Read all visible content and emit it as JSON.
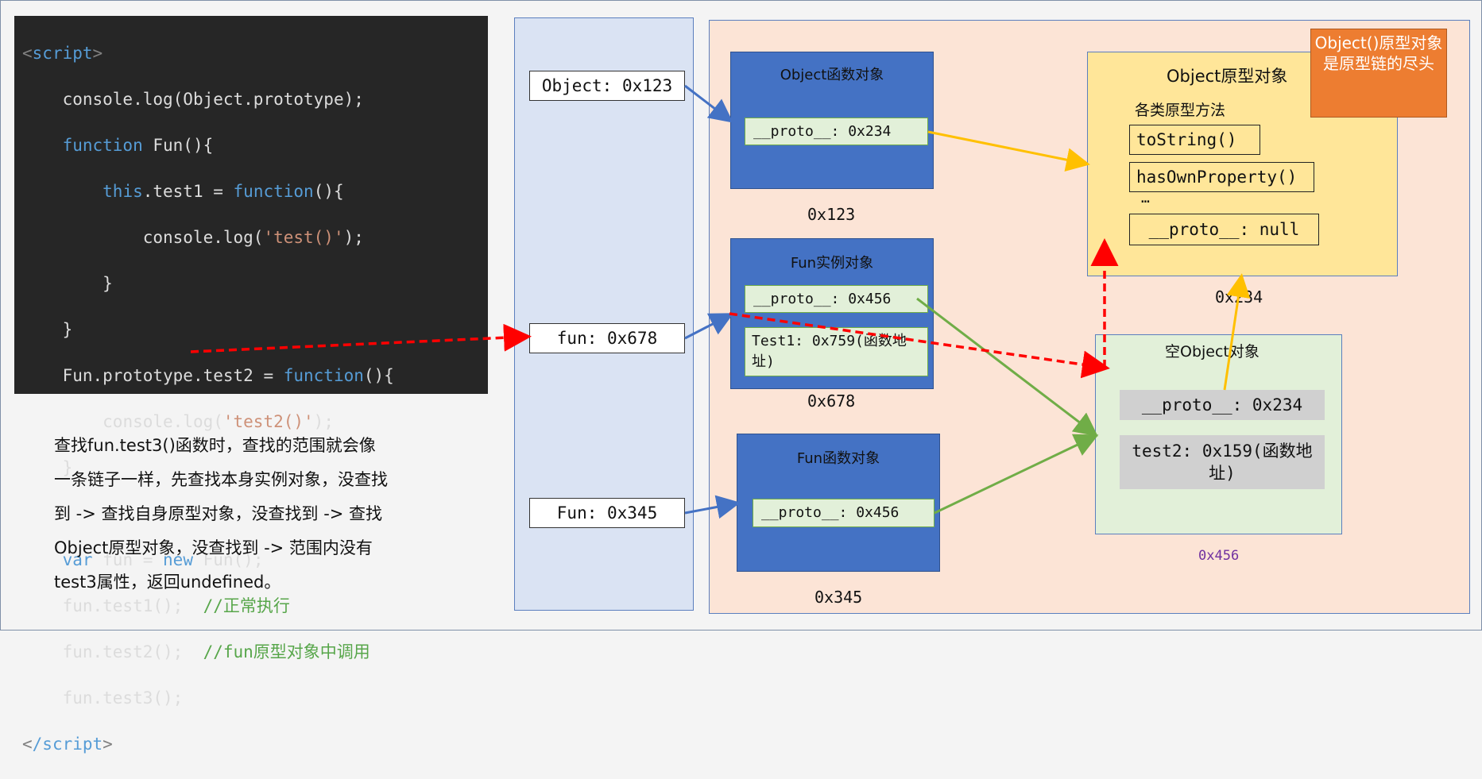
{
  "code": {
    "open_tag": "script",
    "close_tag": "/script",
    "line1": "console.log(Object.prototype);",
    "line2_kw": "function",
    "line2_rest": " Fun(){",
    "line3_kw": "this",
    "line3_mid": ".test1 = ",
    "line3_kw2": "function",
    "line3_end": "(){",
    "line4_a": "console.log(",
    "line4_str": "'test()'",
    "line4_b": ");",
    "line5": "}",
    "line6": "}",
    "line7_a": "Fun.prototype.test2 = ",
    "line7_kw": "function",
    "line7_b": "(){",
    "line8_a": "console.log(",
    "line8_str": "'test2()'",
    "line8_b": ");",
    "line9": "}",
    "line10_kw": "var",
    "line10_a": " fun = ",
    "line10_kw2": "new",
    "line10_b": " Fun();",
    "line11": "fun.test1();  ",
    "line11_cm": "//正常执行",
    "line12": "fun.test2();  ",
    "line12_cm": "//fun原型对象中调用",
    "line13": "fun.test3();"
  },
  "description": [
    "查找fun.test3()函数时，查找的范围就会像",
    "一条链子一样，先查找本身实例对象，没查找",
    "到 -> 查找自身原型对象，没查找到 -> 查找",
    "Object原型对象，没查找到 -> 范围内没有",
    "test3属性，返回undefined。"
  ],
  "stack": {
    "object_var": "Object: 0x123",
    "fun_var": "fun: 0x678",
    "Fun_var": "Fun: 0x345"
  },
  "heap": {
    "object_func": {
      "title": "Object函数对象",
      "proto": "__proto__: 0x234",
      "addr": "0x123"
    },
    "fun_instance": {
      "title": "Fun实例对象",
      "proto": "__proto__: 0x456",
      "test1": "Test1: 0x759(函数地址)",
      "addr": "0x678"
    },
    "fun_func": {
      "title": "Fun函数对象",
      "proto": "__proto__: 0x456",
      "addr": "0x345"
    },
    "object_proto": {
      "title": "Object原型对象",
      "subtitle": "各类原型方法",
      "m1": "toString()",
      "m2": "hasOwnProperty()",
      "ellipsis": "…",
      "proto": "__proto__: null",
      "addr": "0x234"
    },
    "empty_object": {
      "title": "空Object对象",
      "proto": "__proto__: 0x234",
      "test2": "test2: 0x159(函数地址)",
      "addr": "0x456"
    },
    "note": "Object()原型对象是原型链的尽头"
  },
  "colors": {
    "code_bg": "#262626",
    "stack_bg": "#dae3f3",
    "heap_bg": "#fce4d6",
    "func_box": "#4472c4",
    "proto_box": "#ffe699",
    "note": "#ed7d31",
    "addr_purple": "#7030a0",
    "arrow_blue": "#4472c4",
    "arrow_yellow": "#ffc000",
    "arrow_green": "#70ad47",
    "arrow_red": "#ff0000"
  }
}
